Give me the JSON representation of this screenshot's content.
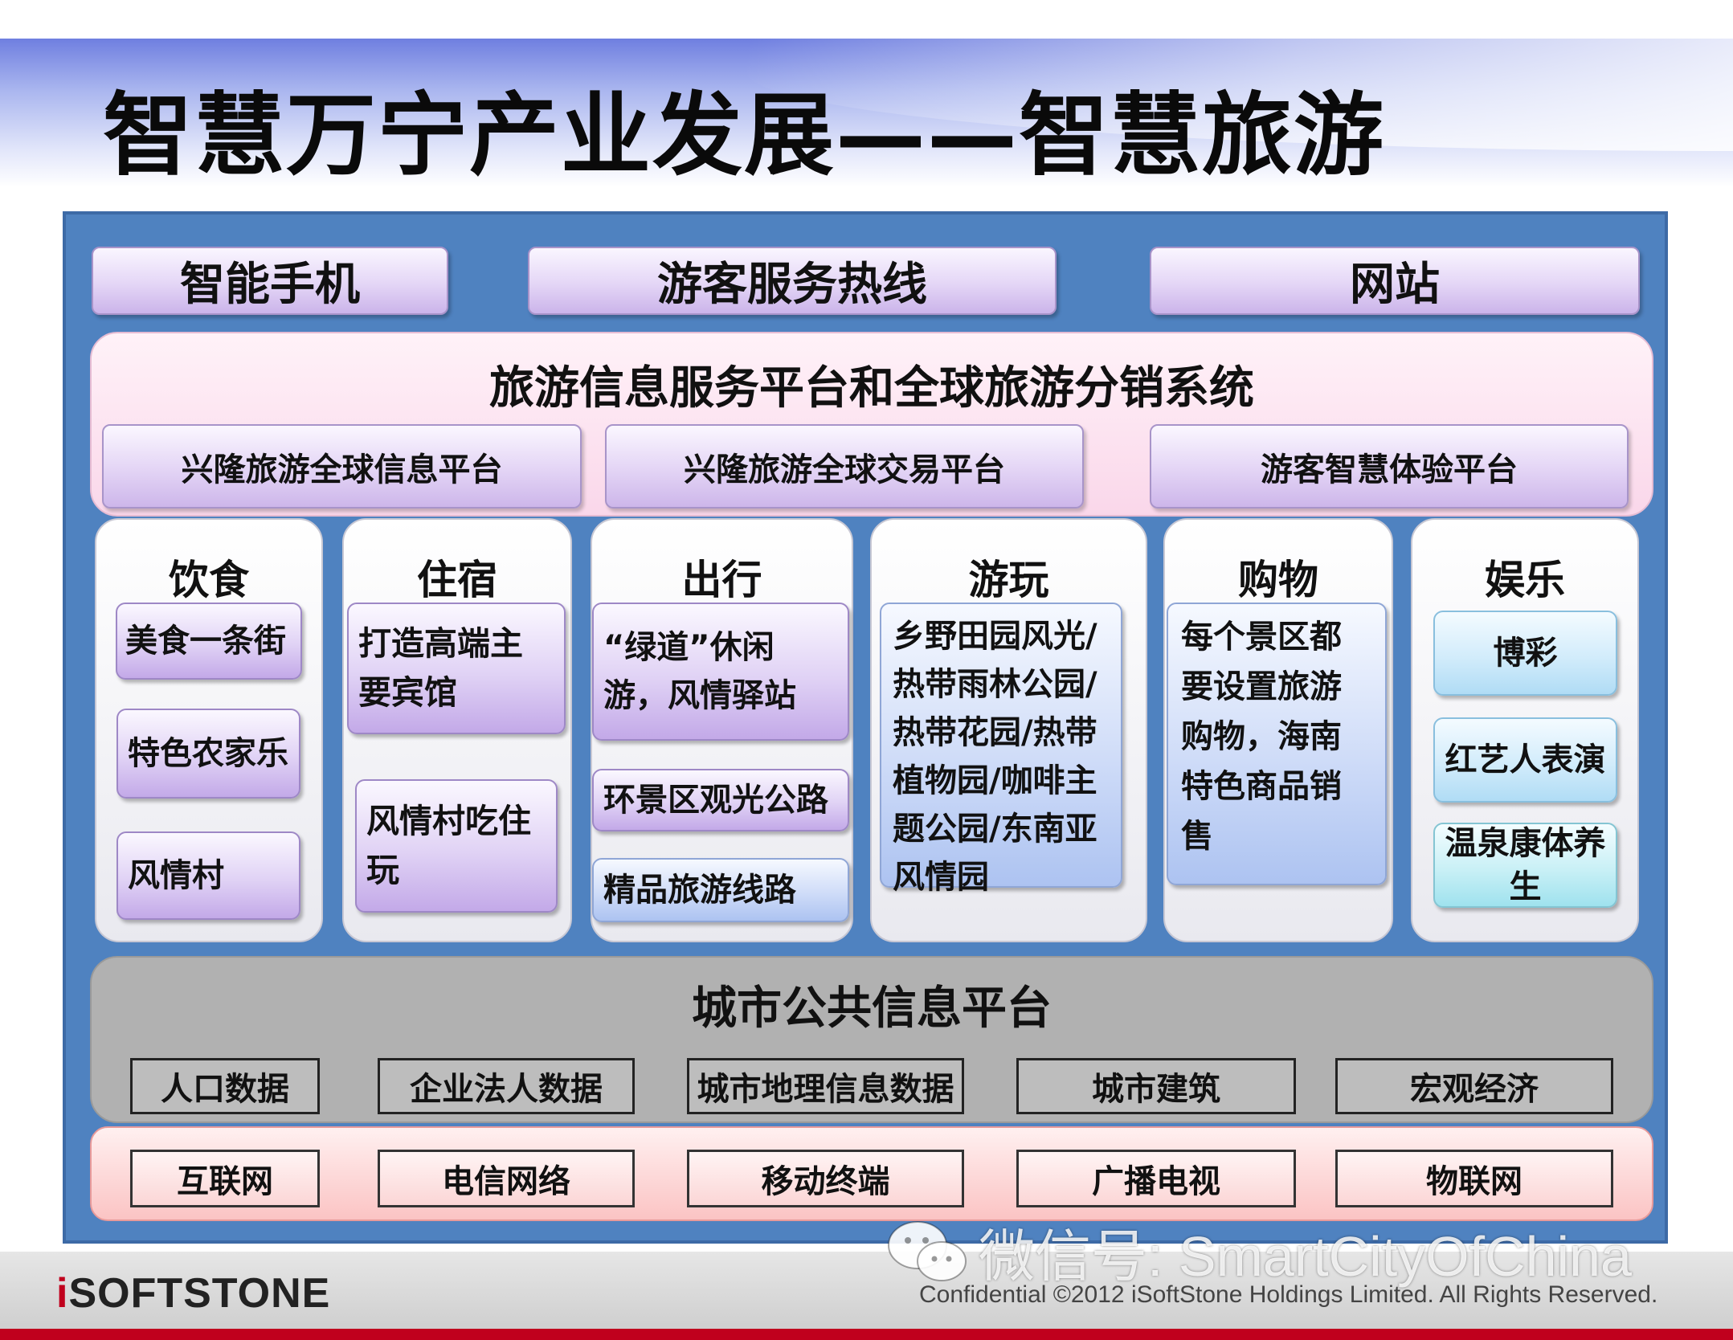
{
  "title": "智慧万宁产业发展——智慧旅游",
  "channels": [
    "智能手机",
    "游客服务热线",
    "网站"
  ],
  "platform": {
    "title": "旅游信息服务平台和全球旅游分销系统",
    "subs": [
      "兴隆旅游全球信息平台",
      "兴隆旅游全球交易平台",
      "游客智慧体验平台"
    ]
  },
  "columns": [
    {
      "title": "饮食",
      "items": [
        "美食一条街",
        "特色农家乐",
        "风情村"
      ]
    },
    {
      "title": "住宿",
      "items": [
        "打造高端主要宾馆",
        "风情村吃住玩"
      ]
    },
    {
      "title": "出行",
      "items": [
        "“绿道”休闲游，风情驿站",
        "环景区观光公路",
        "精品旅游线路"
      ]
    },
    {
      "title": "游玩",
      "items": [
        "乡野田园风光/热带雨林公园/热带花园/热带植物园/咖啡主题公园/东南亚风情园"
      ]
    },
    {
      "title": "购物",
      "items": [
        "每个景区都要设置旅游购物，海南特色商品销售"
      ]
    },
    {
      "title": "娱乐",
      "items": [
        "博彩",
        "红艺人表演",
        "温泉康体养生"
      ]
    }
  ],
  "city_platform": {
    "title": "城市公共信息平台",
    "data": [
      "人口数据",
      "企业法人数据",
      "城市地理信息数据",
      "城市建筑",
      "宏观经济"
    ]
  },
  "networks": [
    "互联网",
    "电信网络",
    "移动终端",
    "广播电视",
    "物联网"
  ],
  "footer": {
    "logo": "iSOFTSTONE",
    "wechat": "微信号: SmartCityOfChina",
    "confidential": "Confidential ©2012 iSoftStone Holdings Limited. All Rights Reserved."
  }
}
